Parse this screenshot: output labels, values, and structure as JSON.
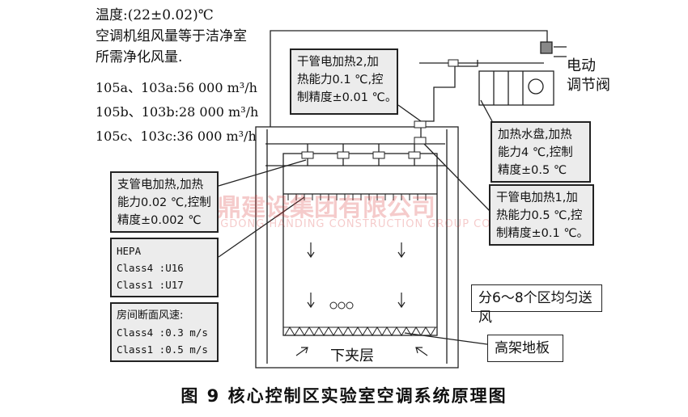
{
  "specs": {
    "temperature": "温度:(22±0.02)℃",
    "airflow_line1": "空调机组风量等于洁净室",
    "airflow_line2": "所需净化风量.",
    "flow1": "105a、103a:56 000 m³/h",
    "flow2": "105b、103b:28 000 m³/h",
    "flow3": "105c、103c:36 000 m³/h"
  },
  "callouts": {
    "dry_heater2": [
      "干管电加热2,加",
      "热能力0.1 ℃,控",
      "制精度±0.01 ℃。"
    ],
    "damper": [
      "电动",
      "调节阀"
    ],
    "humidifier": [
      "加热水盘,加热",
      "能力4 ℃,控制",
      "精度±0.5 ℃"
    ],
    "dry_heater1": [
      "干管电加热1,加",
      "热能力0.5 ℃,控",
      "制精度±0.1 ℃。"
    ],
    "branch_heater": [
      "支管电加热,加热",
      "能力0.02 ℃,控制",
      "精度±0.002 ℃"
    ],
    "hepa": [
      "HEPA",
      "Class4 :U16",
      "Class1 :U17"
    ],
    "velocity": [
      "房间断面风速:",
      "Class4 :0.3 m/s",
      "Class1 :0.5 m/s"
    ],
    "zones": "分6～8个区均匀送风",
    "floor": "高架地板",
    "lower_plenum": "下夹层"
  },
  "watermark": {
    "cn": "东汉鼎建设集团有限公司",
    "en": "GUANGDONG HANDING CONSTRUCTION GROUP CO.,LTD"
  },
  "caption": "图 9   核心控制区实验室空调系统原理图",
  "colors": {
    "line": "#222222",
    "box_fill": "#ececec",
    "watermark": "#dc4646"
  }
}
